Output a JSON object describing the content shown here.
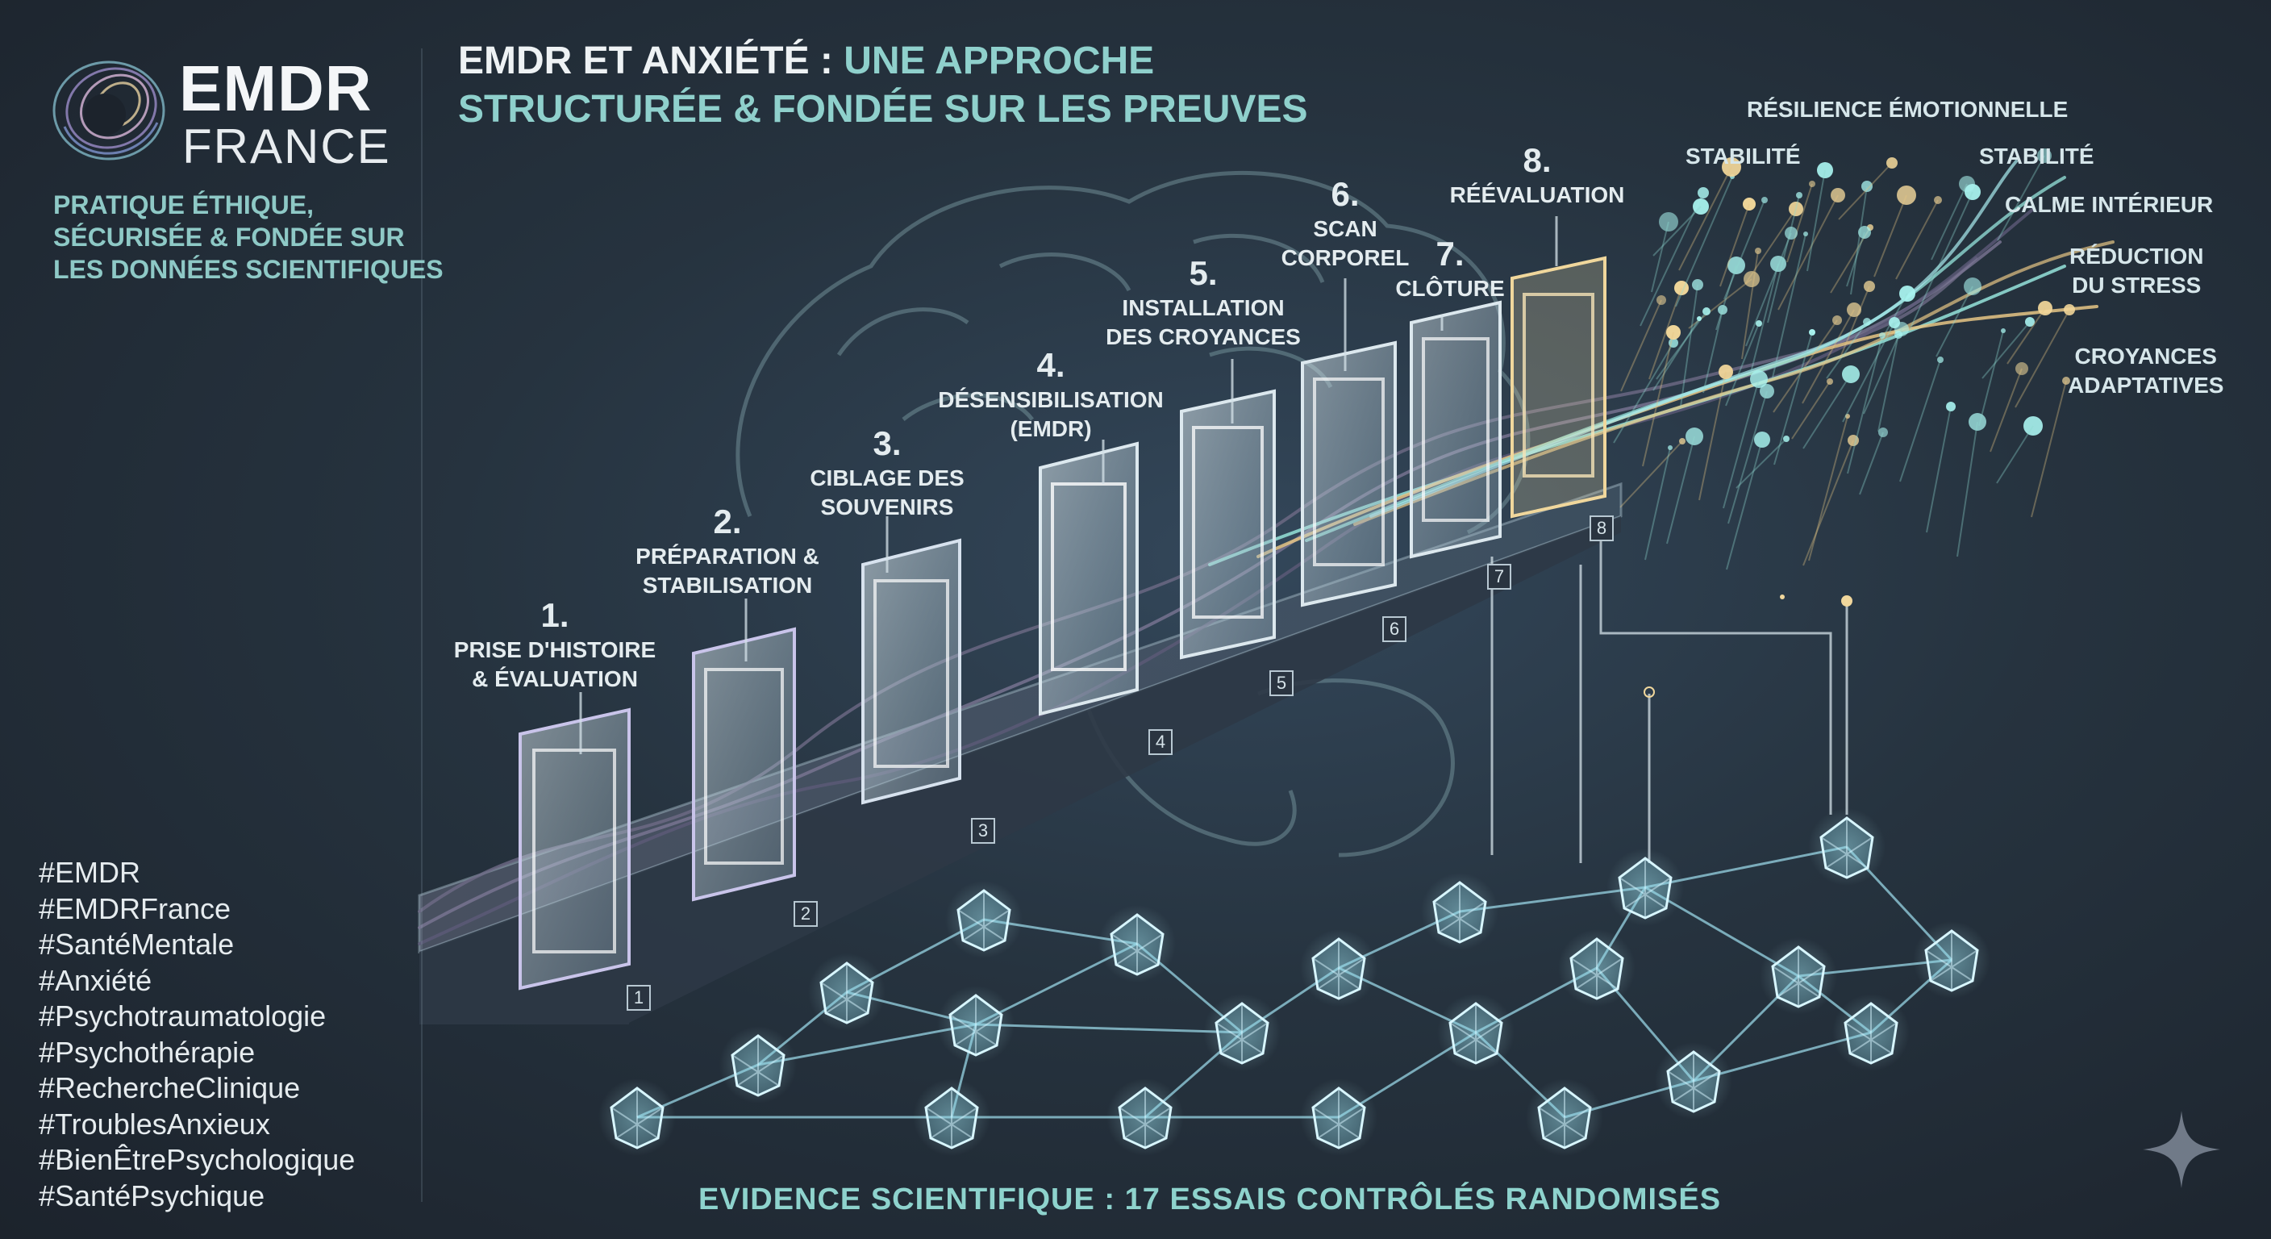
{
  "brand": {
    "line1": "EMDR",
    "line2": "FRANCE"
  },
  "tagline": [
    "PRATIQUE ÉTHIQUE,",
    "SÉCURISÉE & FONDÉE SUR",
    "LES DONNÉES SCIENTIFIQUES"
  ],
  "title": {
    "line1_white": "EMDR ET ANXIÉTÉ : ",
    "line1_teal": "UNE APPROCHE",
    "line2_teal": "STRUCTURÉE &  FONDÉE SUR LES PREUVES"
  },
  "stages": [
    {
      "num": "1.",
      "lines": [
        "PRISE D'HISTOIRE",
        "& ÉVALUATION"
      ],
      "marker": "1"
    },
    {
      "num": "2.",
      "lines": [
        "PRÉPARATION &",
        "STABILISATION"
      ],
      "marker": "2"
    },
    {
      "num": "3.",
      "lines": [
        "CIBLAGE DES",
        "SOUVENIRS"
      ],
      "marker": "3"
    },
    {
      "num": "4.",
      "lines": [
        "DÉSENSIBILISATION",
        "(EMDR)"
      ],
      "marker": "4"
    },
    {
      "num": "5.",
      "lines": [
        "INSTALLATION",
        "DES CROYANCES"
      ],
      "marker": "5"
    },
    {
      "num": "6.",
      "lines": [
        "SCAN",
        "CORPOREL"
      ],
      "marker": "6"
    },
    {
      "num": "7.",
      "lines": [
        "CLÔTURE"
      ],
      "marker": "7"
    },
    {
      "num": "8.",
      "lines": [
        "RÉÉVALUATION"
      ],
      "marker": "8"
    }
  ],
  "outcomes": {
    "resilience": "RÉSILIENCE ÉMOTIONNELLE",
    "stability_left": "STABILITÉ",
    "stability_right": "STABILITÉ",
    "calm": "CALME INTÉRIEUR",
    "stress": [
      "RÉDUCTION",
      "DU STRESS"
    ],
    "beliefs": [
      "CROYANCES",
      "ADAPTATIVES"
    ]
  },
  "hashtags": [
    "#EMDR",
    "#EMDRFrance",
    "#SantéMentale",
    "#Anxiété",
    "#Psychotraumatologie",
    "#Psychothérapie",
    "#RechercheClinique",
    "#TroublesAnxieux",
    "#BienÊtrePsychologique",
    "#SantéPsychique"
  ],
  "footer": "EVIDENCE SCIENTIFIQUE : 17 ESSAIS CONTRÔLÉS RANDOMISÉS",
  "colors": {
    "accent_teal": "#8fd0cc",
    "gold": "#e9c98a",
    "purple": "#9a90c8",
    "network": "#9fe0f0"
  },
  "icons": {
    "logo": "spiral-sphere-logo",
    "sparkle": "four-point-star-icon"
  }
}
